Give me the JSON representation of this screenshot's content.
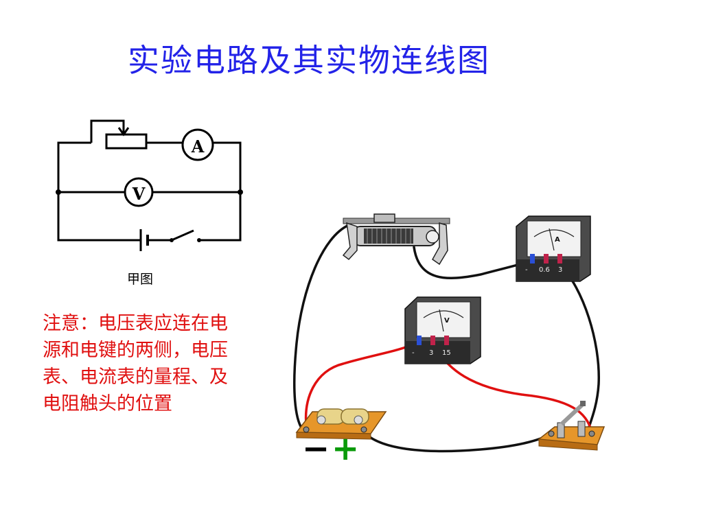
{
  "title": "实验电路及其实物连线图",
  "schematic": {
    "caption": "甲图",
    "ammeter_label": "A",
    "voltmeter_label": "V"
  },
  "note": {
    "text": "注意：电压表应连在电源和电键的两侧，电压表、电流表的量程、及电阻触头的位置"
  },
  "apparatus": {
    "ammeter": {
      "symbol": "A",
      "terminals": [
        "-",
        "0.6",
        "3"
      ]
    },
    "voltmeter": {
      "symbol": "V",
      "terminals": [
        "-",
        "3",
        "15"
      ]
    },
    "battery": {
      "minus": "−",
      "plus": "+"
    }
  },
  "colors": {
    "title": "#2323e8",
    "note": "#e01010",
    "plus": "#0a9a0a",
    "red_wire": "#e01010",
    "black_wire": "#111111"
  }
}
